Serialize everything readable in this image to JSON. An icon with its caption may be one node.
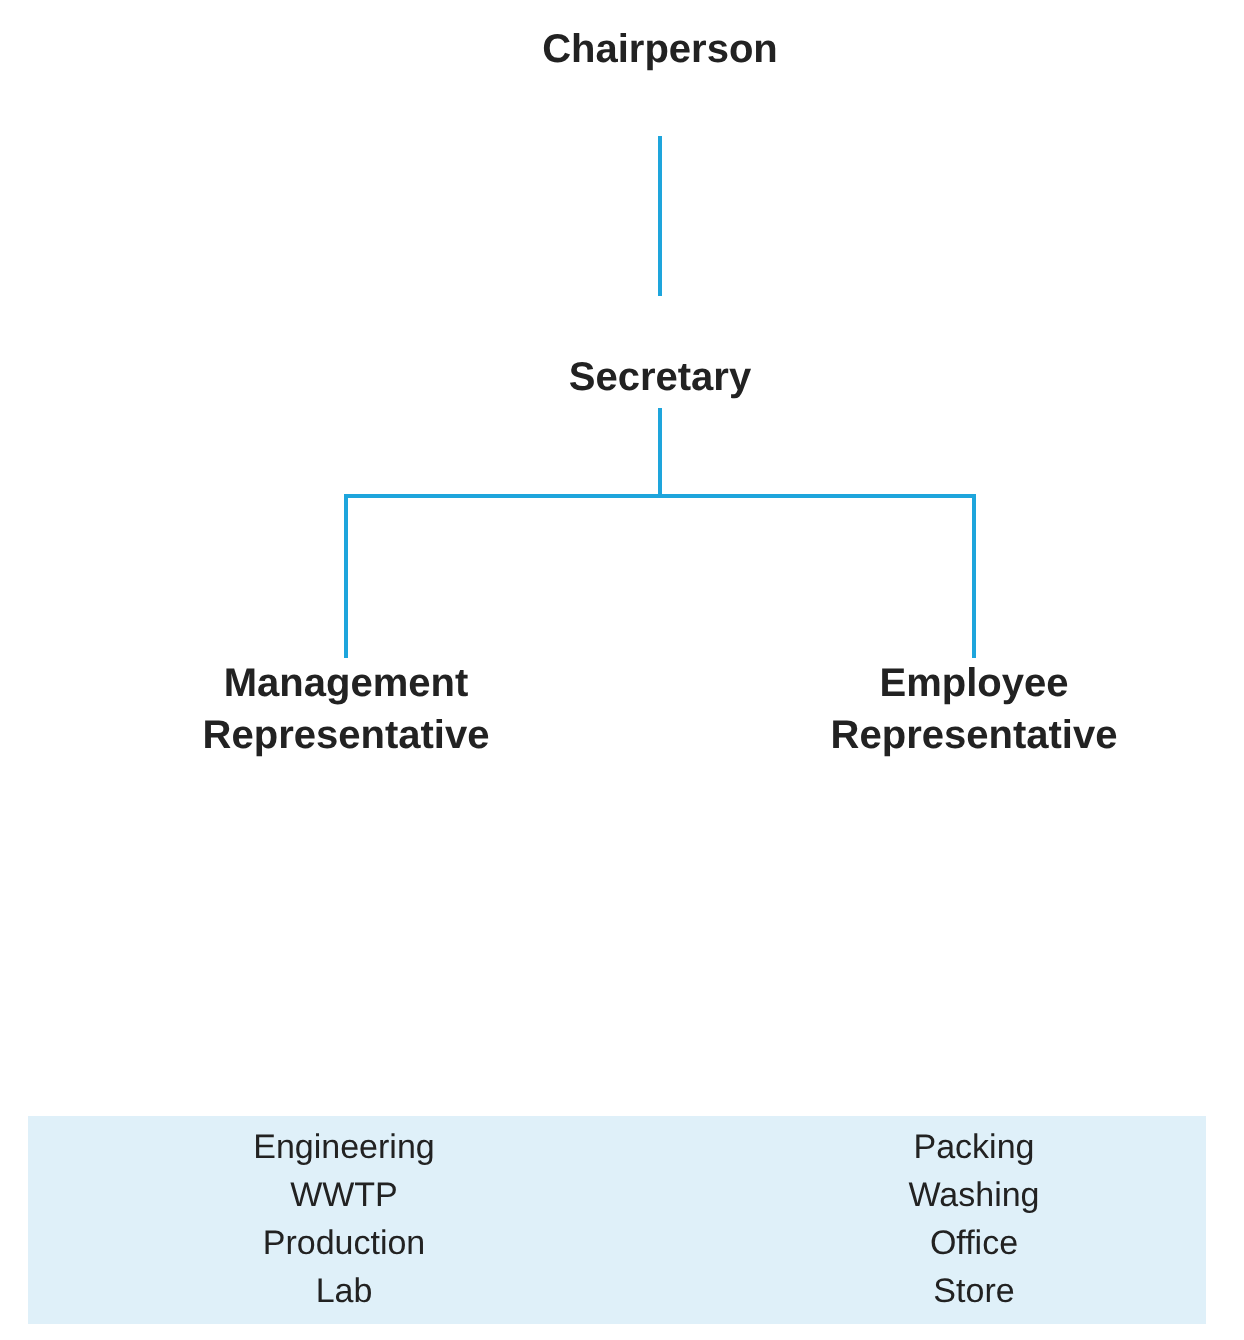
{
  "diagram": {
    "nodes": [
      {
        "text": [
          "Chairperson"
        ]
      },
      {
        "text": [
          "Secretary"
        ]
      },
      {
        "text": [
          "Management Representative"
        ]
      },
      {
        "text": [
          "Employee Representative"
        ]
      },
      {
        "text": [
          "Engineering WWTP Production Lab",
          "Packing Washing Office Store"
        ]
      }
    ],
    "edges": [
      {
        "from": 0,
        "to": 1,
        "arrow": "none"
      },
      {
        "from": 1,
        "to": 2,
        "arrow": "none"
      },
      {
        "from": 1,
        "to": 3,
        "arrow": "none"
      }
    ]
  }
}
